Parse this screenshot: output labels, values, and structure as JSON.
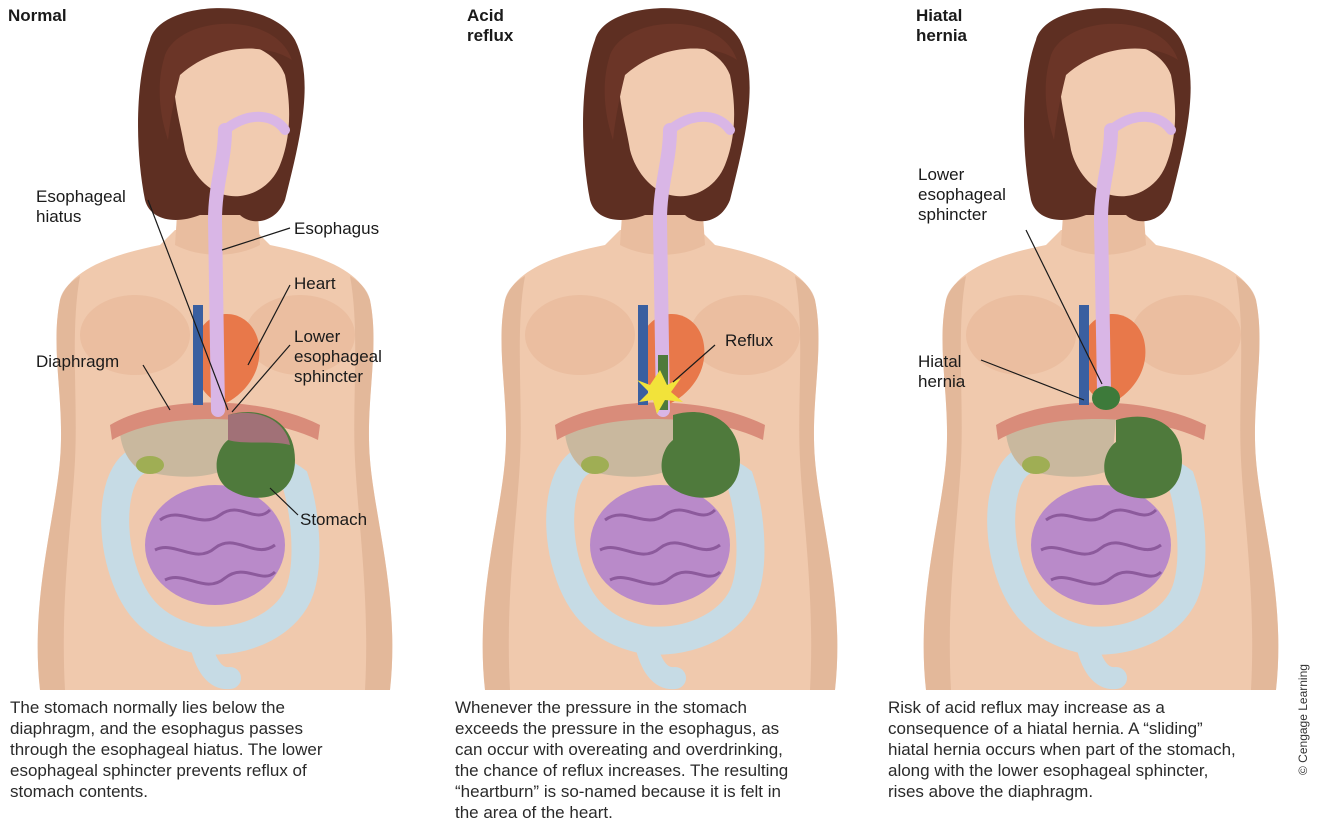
{
  "panels": [
    {
      "title": "Normal",
      "labels": {
        "esophageal_hiatus": "Esophageal\nhiatus",
        "esophagus": "Esophagus",
        "heart": "Heart",
        "les": "Lower\nesophageal\nsphincter",
        "diaphragm": "Diaphragm",
        "stomach": "Stomach"
      },
      "caption": "The stomach normally lies below the diaphragm, and the esophagus passes through the esophageal hiatus. The lower esophageal sphincter prevents reflux of stomach contents."
    },
    {
      "title": "Acid\nreflux",
      "labels": {
        "reflux": "Reflux"
      },
      "caption": "Whenever the pressure in the stomach exceeds the pressure in the esophagus, as can occur with overeating and overdrinking, the chance of reflux increases. The resulting “heartburn” is so-named because it is felt in the area of the heart."
    },
    {
      "title": "Hiatal\nhernia",
      "labels": {
        "les": "Lower\nesophageal\nsphincter",
        "hiatal_hernia": "Hiatal\nhernia"
      },
      "caption": "Risk of acid reflux may increase as a consequence of a hiatal hernia. A “sliding” hiatal hernia occurs when part of the stomach, along with the lower esophageal sphincter, rises above the diaphragm."
    }
  ],
  "credit": "© Cengage Learning",
  "colors": {
    "skin": "#f0c9ad",
    "skin_shadow": "#d9a98a",
    "hair": "#5e2f22",
    "esophagus": "#d9b6e6",
    "heart": "#e8784a",
    "stomach": "#4f7a3c",
    "liver": "#c9b89e",
    "intestine": "#b98ac9",
    "colon": "#c6dbe5"
  }
}
